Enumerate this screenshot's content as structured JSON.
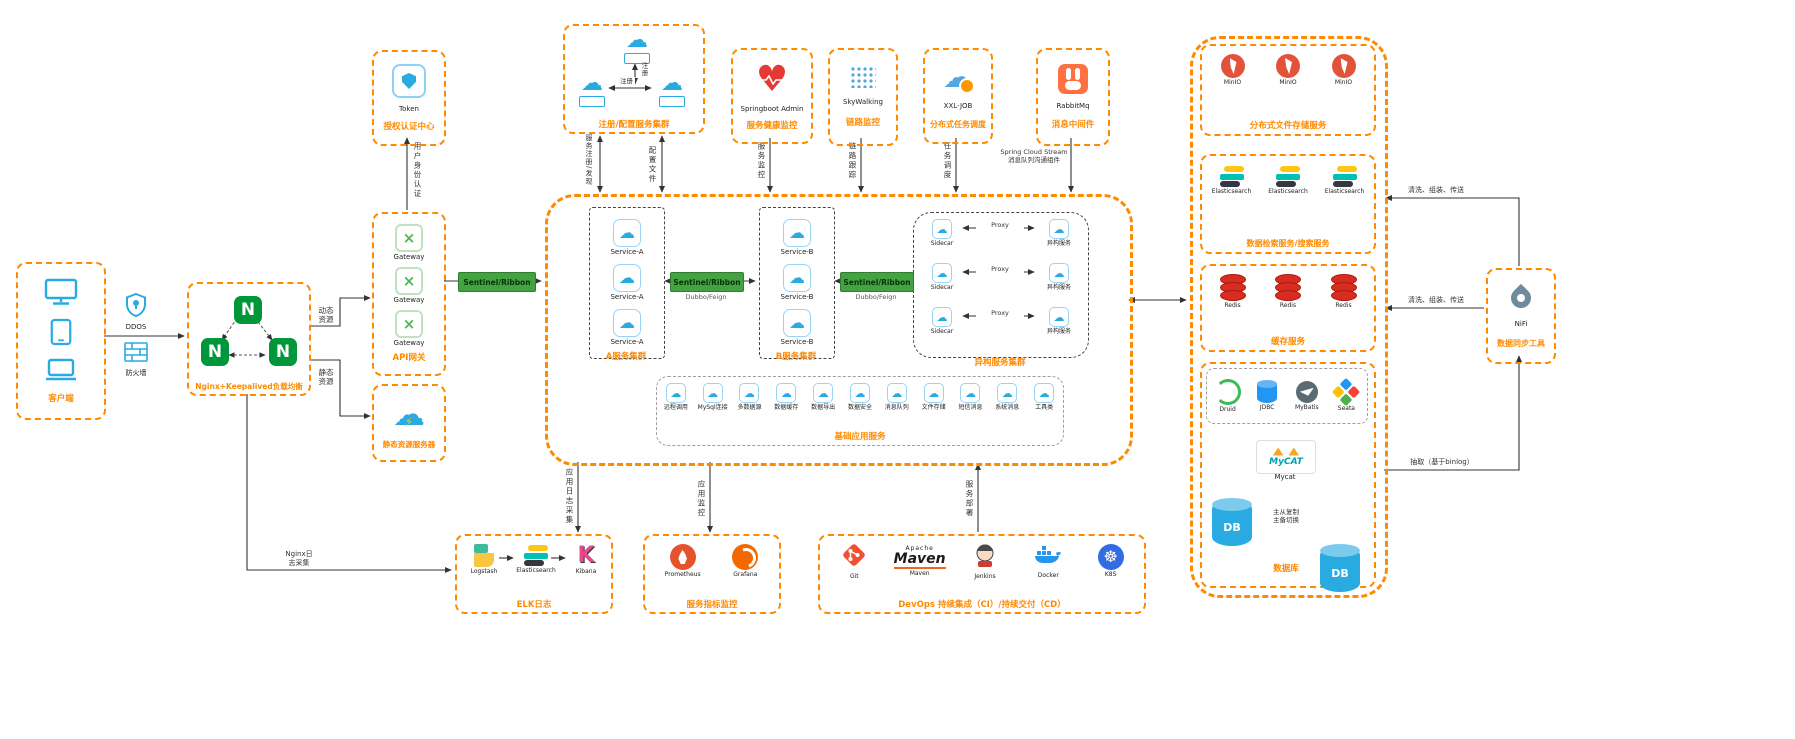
{
  "colors": {
    "accent": "#FF8A00",
    "line": "#333333",
    "blue": "#29ABE2",
    "green_chip": "#44A340",
    "nginx_green": "#009639"
  },
  "glyphs": {
    "cloud": "☁",
    "bolt": "⚡",
    "heart": "♥",
    "helm": "☸",
    "n": "N",
    "x": "×",
    "k": "K"
  },
  "client": {
    "label": "客户端"
  },
  "edge": {
    "ddos": "DDOS",
    "firewall": "防火墙"
  },
  "nginx": {
    "label": "Nginx+Keepalived负载均衡"
  },
  "auth": {
    "name": "Token",
    "label": "授权认证中心",
    "arrow": "用户身份认证"
  },
  "gateway": {
    "node": "Gateway",
    "label": "API网关"
  },
  "static_server": {
    "label": "静态资源服务器"
  },
  "flows": {
    "dynamic": "动态资源",
    "static": "静态资源",
    "registry": "服务注册/发现",
    "config": "配置文件",
    "reg1": "注册",
    "reg2": "注册"
  },
  "registry": {
    "label": "注册/配置服务集群"
  },
  "monitors": {
    "admin": {
      "name": "Springboot Admin",
      "label": "服务健康监控",
      "arrow": "服务监控"
    },
    "skywalking": {
      "name": "SkyWalking",
      "label": "链路监控",
      "arrow": "链路跟踪"
    },
    "xxljob": {
      "name": "XXL-JOB",
      "label": "分布式任务调度",
      "arrow": "任务调度"
    },
    "rabbitmq": {
      "name": "RabbitMq",
      "label": "消息中间件",
      "arrow_line1": "Spring Cloud Stream",
      "arrow_line2": "消息队列沟通组件"
    }
  },
  "cluster": {
    "sentinel": "Sentinel/Ribbon",
    "dubbo": "Dubbo/Feign",
    "a": {
      "label": "A服务集群",
      "node": "Service-A"
    },
    "b": {
      "label": "B服务集群",
      "node": "Service-B"
    },
    "hetero": {
      "label": "异构服务集群",
      "sidecar": "Sidecar",
      "proxy": "Proxy",
      "service": "异构服务"
    },
    "base": {
      "label": "基础应用服务",
      "items": [
        "远程调用",
        "MySql连接",
        "多数据源",
        "数据缓存",
        "数据导出",
        "数据安全",
        "消息队列",
        "文件存储",
        "短信消息",
        "系统消息",
        "工具类"
      ]
    }
  },
  "right": {
    "minio": {
      "label": "分布式文件存储服务",
      "node": "MinIO"
    },
    "es": {
      "label": "数据检索服务/搜索服务",
      "node": "Elasticsearch"
    },
    "redis": {
      "label": "缓存服务",
      "node": "Redis"
    },
    "db": {
      "label": "数据库",
      "items": [
        "Druid",
        "JDBC",
        "MyBatis",
        "Seata"
      ],
      "mycat_word": "MyCAT",
      "mycat": "Mycat",
      "db": "DB",
      "rep1": "主从复制",
      "rep2": "主备切换"
    }
  },
  "nifi": {
    "name": "NiFi",
    "label": "数据同步工具",
    "clean": "清洗、组装、传送",
    "extract": "抽取（基于binlog）"
  },
  "elk": {
    "label": "ELK日志",
    "nodes": [
      "Logstash",
      "Elasticsearch",
      "Kibana"
    ],
    "arrow": "应用日志采集",
    "nginx_l1": "Nginx日",
    "nginx_l2": "志采集"
  },
  "metrics": {
    "label": "服务指标监控",
    "nodes": [
      "Prometheus",
      "Grafana"
    ],
    "arrow": "应用监控"
  },
  "devops": {
    "label": "DevOps 持续集成（CI）/持续交付（CD）",
    "nodes": [
      "Git",
      "Maven",
      "Jenkins",
      "Docker",
      "K8S"
    ],
    "maven_top": "Apache",
    "maven_word": "Maven",
    "arrow": "服务部署"
  }
}
